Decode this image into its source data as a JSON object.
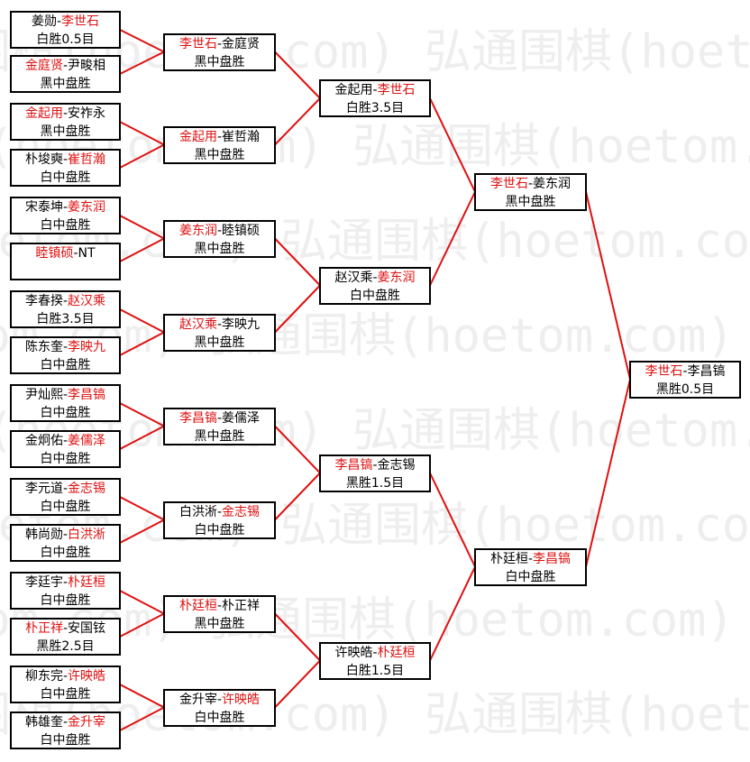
{
  "watermark": {
    "text": "围棋(hoetom.com) 弘通围棋(hoetom.com) 弘通围",
    "color": "#eeeeee"
  },
  "colors": {
    "winner": "#e01010",
    "text": "#000000",
    "connector": "#e01010"
  },
  "rounds": [
    [
      {
        "a": "姜勋",
        "sep": "-",
        "b": "李世石",
        "win": "b",
        "result": "白胜0.5目"
      },
      {
        "a": "金庭贤",
        "sep": "-",
        "b": "尹畯相",
        "win": "a",
        "result": "黑中盘胜"
      },
      {
        "a": "金起用",
        "sep": "-",
        "b": "安祚永",
        "win": "a",
        "result": "黑中盘胜"
      },
      {
        "a": "朴埈奭",
        "sep": "-",
        "b": "崔哲瀚",
        "win": "b",
        "result": "白中盘胜"
      },
      {
        "a": "宋泰坤",
        "sep": "-",
        "b": "姜东润",
        "win": "b",
        "result": "白中盘胜"
      },
      {
        "a": "睦镇硕",
        "sep": "-",
        "b": "NT",
        "win": "a",
        "result": ""
      },
      {
        "a": "李春揆",
        "sep": "-",
        "b": "赵汉乘",
        "win": "b",
        "result": "白胜3.5目"
      },
      {
        "a": "陈东奎",
        "sep": "-",
        "b": "李映九",
        "win": "b",
        "result": "白中盘胜"
      },
      {
        "a": "尹灿熙",
        "sep": "-",
        "b": "李昌镐",
        "win": "b",
        "result": "白中盘胜"
      },
      {
        "a": "金炯佑",
        "sep": "-",
        "b": "姜儒泽",
        "win": "b",
        "result": "白中盘胜"
      },
      {
        "a": "李元道",
        "sep": "-",
        "b": "金志锡",
        "win": "b",
        "result": "白中盘胜"
      },
      {
        "a": "韩尚勋",
        "sep": "-",
        "b": "白洪淅",
        "win": "b",
        "result": "白中盘胜"
      },
      {
        "a": "李廷宇",
        "sep": "-",
        "b": "朴廷桓",
        "win": "b",
        "result": "白中盘胜"
      },
      {
        "a": "朴正祥",
        "sep": "-",
        "b": "安国铉",
        "win": "a",
        "result": "黑胜2.5目"
      },
      {
        "a": "柳东完",
        "sep": "-",
        "b": "许映皓",
        "win": "b",
        "result": "白中盘胜"
      },
      {
        "a": "韩雄奎",
        "sep": "-",
        "b": "金升宰",
        "win": "b",
        "result": "白中盘胜"
      }
    ],
    [
      {
        "a": "李世石",
        "sep": "-",
        "b": "金庭贤",
        "win": "a",
        "result": "黑中盘胜"
      },
      {
        "a": "金起用",
        "sep": "-",
        "b": "崔哲瀚",
        "win": "a",
        "result": "黑中盘胜"
      },
      {
        "a": "姜东润",
        "sep": "-",
        "b": "睦镇硕",
        "win": "a",
        "result": "黑中盘胜"
      },
      {
        "a": "赵汉乘",
        "sep": "-",
        "b": "李映九",
        "win": "a",
        "result": "黑中盘胜"
      },
      {
        "a": "李昌镐",
        "sep": "-",
        "b": "姜儒泽",
        "win": "a",
        "result": "黑中盘胜"
      },
      {
        "a": "白洪淅",
        "sep": "-",
        "b": "金志锡",
        "win": "b",
        "result": "白中盘胜"
      },
      {
        "a": "朴廷桓",
        "sep": "-",
        "b": "朴正祥",
        "win": "a",
        "result": "黑中盘胜"
      },
      {
        "a": "金升宰",
        "sep": "-",
        "b": "许映皓",
        "win": "b",
        "result": "白中盘胜"
      }
    ],
    [
      {
        "a": "金起用",
        "sep": "-",
        "b": "李世石",
        "win": "b",
        "result": "白胜3.5目"
      },
      {
        "a": "赵汉乘",
        "sep": "-",
        "b": "姜东润",
        "win": "b",
        "result": "白中盘胜"
      },
      {
        "a": "李昌镐",
        "sep": "-",
        "b": "金志锡",
        "win": "a",
        "result": "黑胜1.5目"
      },
      {
        "a": "许映皓",
        "sep": "-",
        "b": "朴廷桓",
        "win": "b",
        "result": "白胜1.5目"
      }
    ],
    [
      {
        "a": "李世石",
        "sep": "-",
        "b": "姜东润",
        "win": "a",
        "result": "黑中盘胜"
      },
      {
        "a": "朴廷桓",
        "sep": "-",
        "b": "李昌镐",
        "win": "b",
        "result": "白中盘胜"
      }
    ],
    [
      {
        "a": "李世石",
        "sep": "-",
        "b": "李昌镐",
        "win": "a",
        "result": "黑胜0.5目"
      }
    ]
  ]
}
